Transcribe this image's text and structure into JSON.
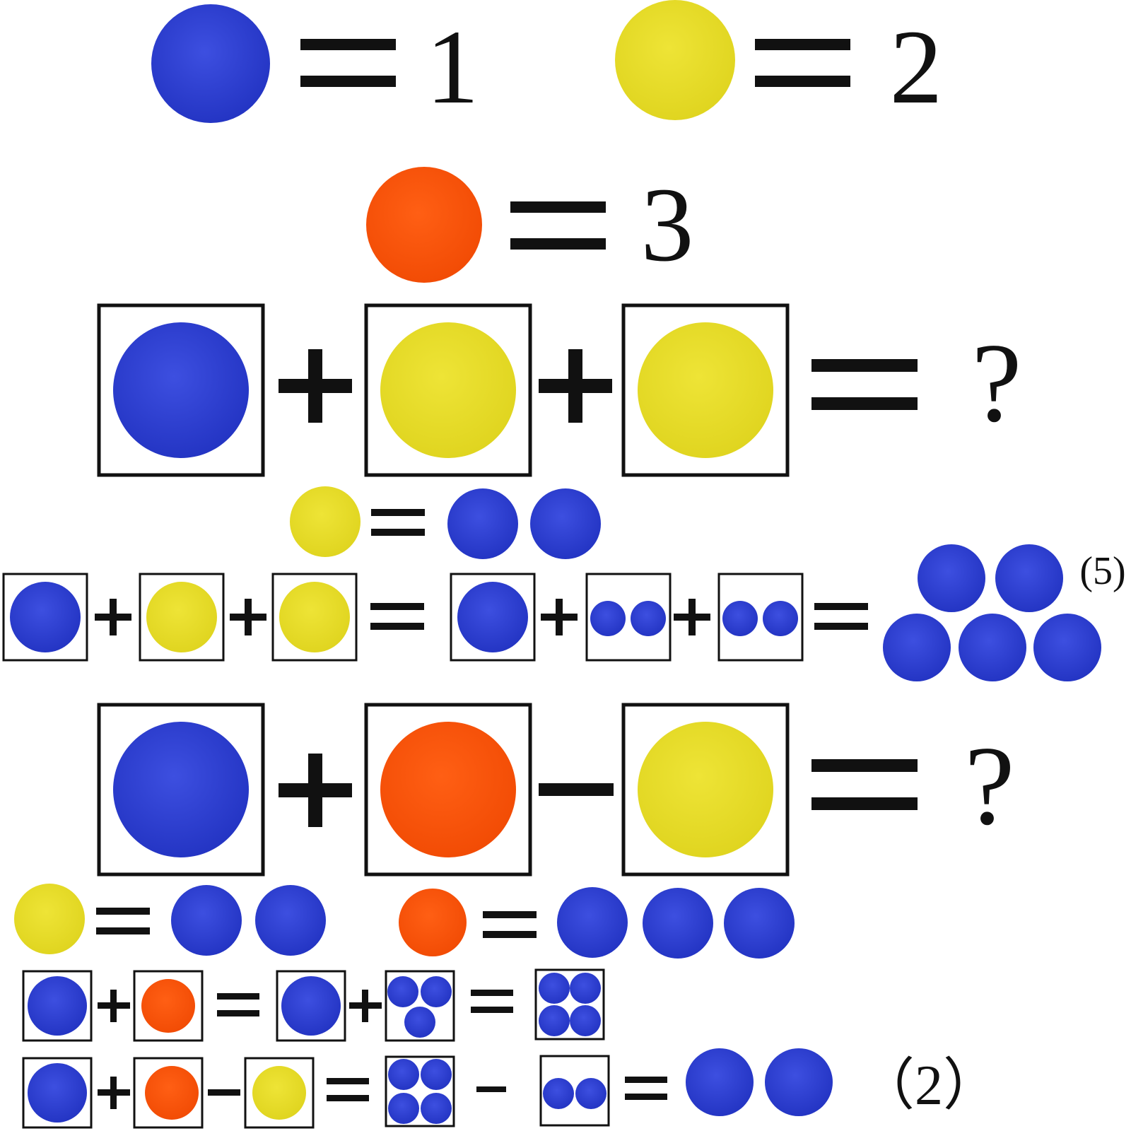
{
  "colors": {
    "blue": "#2f3fd0",
    "yellow": "#e8df2b",
    "orange": "#ff560c",
    "ink": "#111111"
  },
  "legend": {
    "blue_value": "1",
    "yellow_value": "2",
    "orange_value": "3"
  },
  "problem_1": {
    "expression": [
      "blue",
      "+",
      "yellow",
      "+",
      "yellow"
    ],
    "question": "?",
    "hint": "yellow = 2 blue",
    "answer": "(5)"
  },
  "problem_2": {
    "expression": [
      "blue",
      "+",
      "orange",
      "-",
      "yellow"
    ],
    "question": "?",
    "hints": [
      "yellow = 2 blue",
      "orange = 3 blue"
    ],
    "answer": "（2）"
  }
}
